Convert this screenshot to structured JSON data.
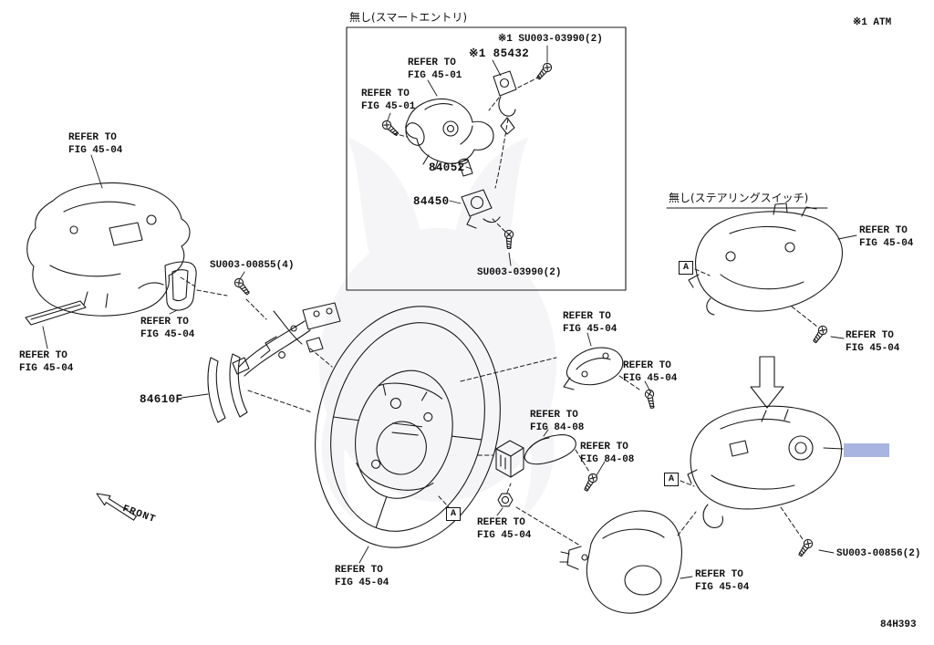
{
  "colors": {
    "highlight": "#a9b4e0",
    "line": "#1a1a1a"
  },
  "titles": {
    "smart_entry": "無し(スマートエントリ)",
    "steering_switch": "無し(ステアリングスイッチ)",
    "atm_note": "※1 ATM",
    "front": "FRONT",
    "code": "84H393",
    "detail_marker": "A"
  },
  "parts": {
    "p85432": "※1 85432",
    "p84052": "84052",
    "p84450": "84450",
    "p84610f": "84610F",
    "su003_03990_top": "※1 SU003-03990(2)",
    "su003_03990_bottom": "SU003-03990(2)",
    "su003_00855": "SU003-00855(4)",
    "su003_00856": "SU003-00856(2)"
  },
  "refs": {
    "fig_45_01": "REFER TO\nFIG 45-01",
    "fig_45_04": "REFER TO\nFIG 45-04",
    "fig_84_08": "REFER TO\nFIG 84-08"
  }
}
